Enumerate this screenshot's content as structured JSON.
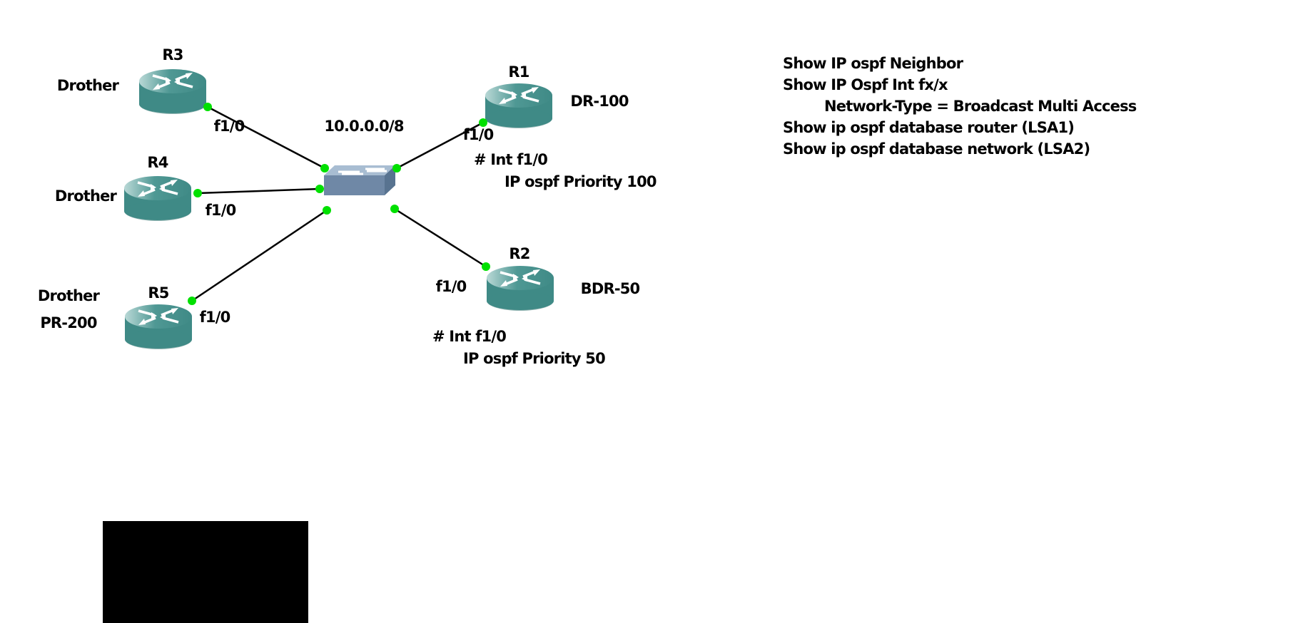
{
  "network": "10.0.0.0/8",
  "routers": {
    "r1": {
      "name": "R1",
      "role": "DR-100",
      "port": "f1/0",
      "cmd1": "# Int f1/0",
      "cmd2": "IP ospf Priority 100"
    },
    "r2": {
      "name": "R2",
      "role": "BDR-50",
      "port": "f1/0",
      "cmd1": "# Int f1/0",
      "cmd2": "IP ospf Priority 50"
    },
    "r3": {
      "name": "R3",
      "role": "Drother",
      "port": "f1/0"
    },
    "r4": {
      "name": "R4",
      "role": "Drother",
      "port": "f1/0"
    },
    "r5": {
      "name": "R5",
      "role": "Drother",
      "role2": "PR-200",
      "port": "f1/0"
    }
  },
  "notes": [
    "Show IP ospf Neighbor",
    "Show IP Ospf Int fx/x",
    "Network-Type = Broadcast Multi Access",
    "Show ip ospf database router (LSA1)",
    "Show ip ospf database network (LSA2)"
  ],
  "colors": {
    "router": "#3f8a86",
    "switch": "#6f88a6",
    "port": "#00e000"
  }
}
